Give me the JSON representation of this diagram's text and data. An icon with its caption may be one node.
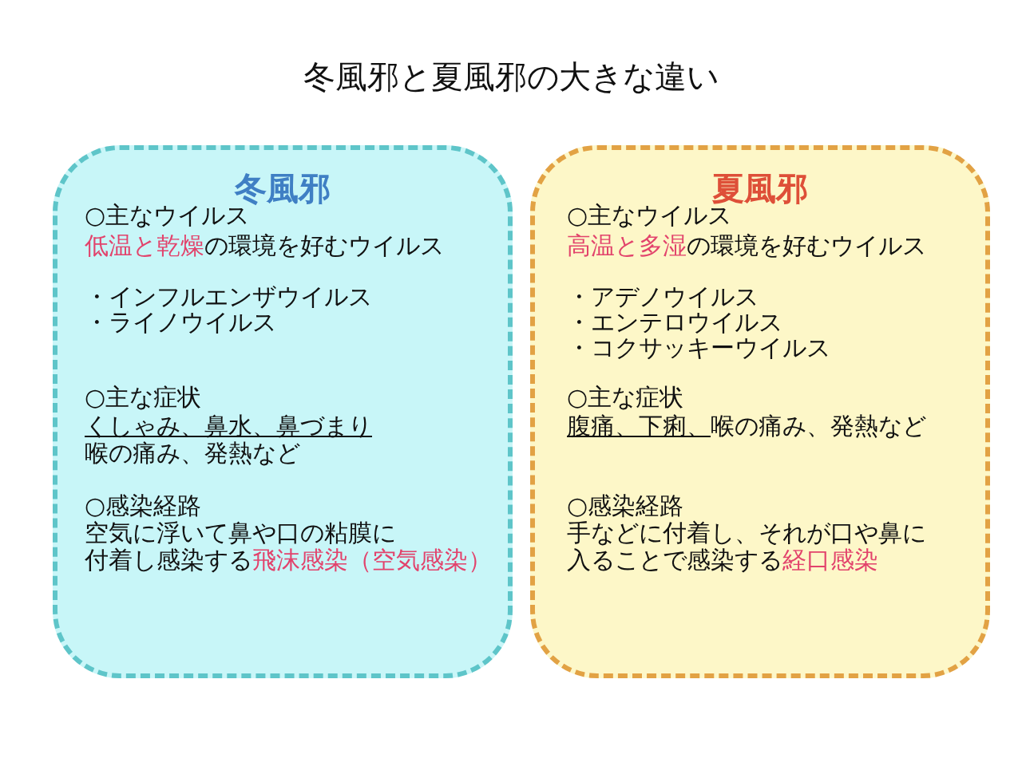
{
  "diagram": {
    "title": "冬風邪と夏風邪の大きな違い",
    "nodes": [
      {
        "text": [
          "冬風邪",
          "○主なウイルス",
          "低温と乾燥",
          "の環境を好むウイルス",
          "・インフルエンザウイルス",
          "・ライノウイルス",
          "○主な症状",
          "くしゃみ、鼻水、鼻づまり",
          "喉の痛み、発熱など",
          "○感染経路",
          "空気に浮いて鼻や口の粘膜に",
          "付着し感染する",
          "飛沫感染（空気感染）"
        ]
      },
      {
        "text": [
          "夏風邪",
          "○主なウイルス",
          "高温と多湿",
          "の環境を好むウイルス",
          "・アデノウイルス",
          "・エンテロウイルス",
          "・コクサッキーウイルス",
          "○主な症状",
          "腹痛、下痢、",
          "喉の痛み、発熱など",
          "○感染経路",
          "手などに付着し、それが口や鼻に",
          "入ることで感染する",
          "経口感染"
        ]
      }
    ]
  }
}
